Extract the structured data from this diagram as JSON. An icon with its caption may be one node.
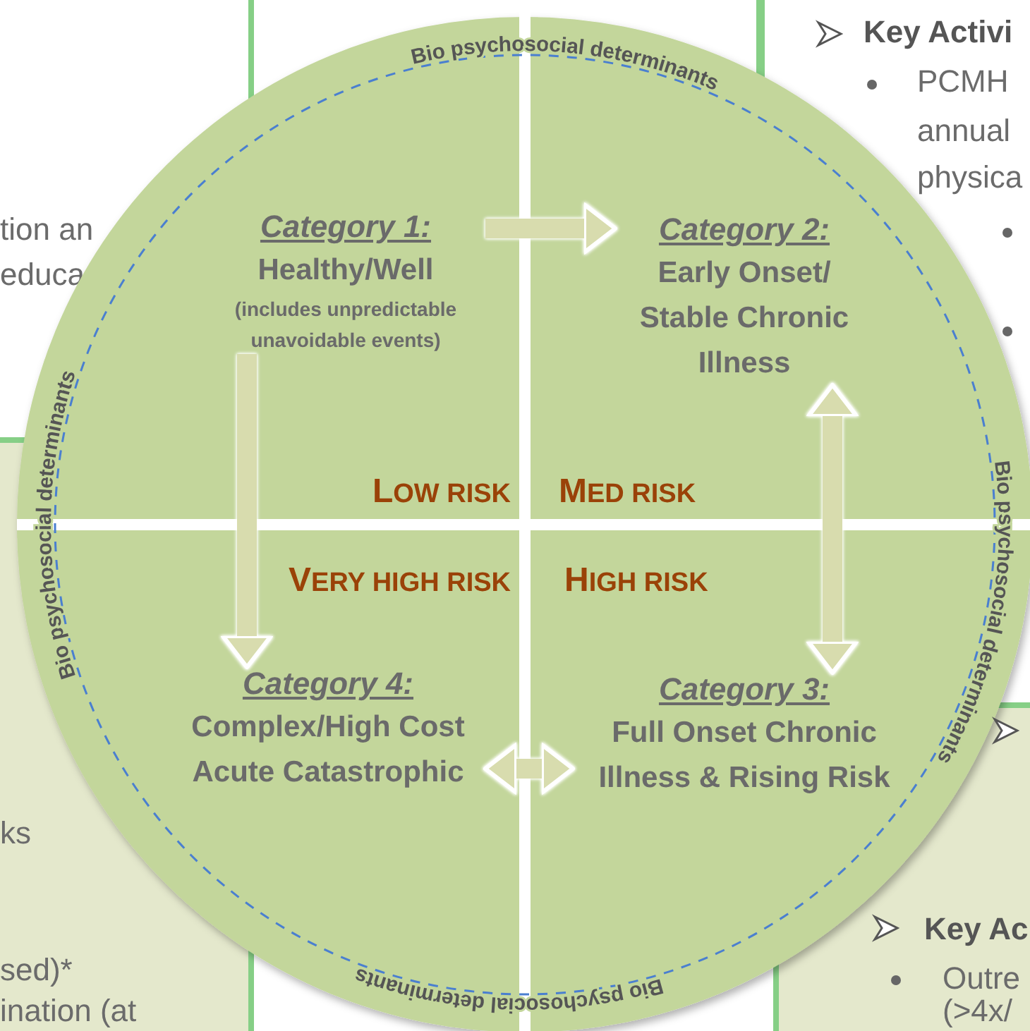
{
  "diagram": {
    "nodes": [
      {
        "text": [
          "Category 1:",
          "Healthy/Well",
          "(includes unpredictable unavoidable events)"
        ]
      },
      {
        "text": [
          "Category 2:",
          "Early Onset/ Stable Chronic Illness"
        ]
      },
      {
        "text": [
          "Category 3:",
          "Full Onset Chronic Illness & Rising Risk"
        ]
      },
      {
        "text": [
          "Category 4:",
          "Complex/High Cost Acute Catastrophic"
        ]
      }
    ],
    "edges": [
      {
        "from": 0,
        "to": 1,
        "arrow": "to"
      },
      {
        "from": 0,
        "to": 3,
        "arrow": "to"
      },
      {
        "from": 1,
        "to": 2,
        "arrow": "both"
      },
      {
        "from": 3,
        "to": 2,
        "arrow": "both"
      }
    ],
    "labels": [
      "Bio psychosocial determinants",
      "Key Activi",
      "PCMH",
      "annual",
      "physica",
      "tion an",
      "educa",
      "Bio psychosocial determinants",
      "Bio psychosocial determinants",
      "LOW RISK",
      "MED RISK",
      "VERY HIGH RISK",
      "HIGH RISK",
      "ks",
      "Key Ac",
      "sed)*",
      "Outre",
      "ination (at",
      "(>4x/",
      "Bio psychosocial determinants"
    ]
  }
}
